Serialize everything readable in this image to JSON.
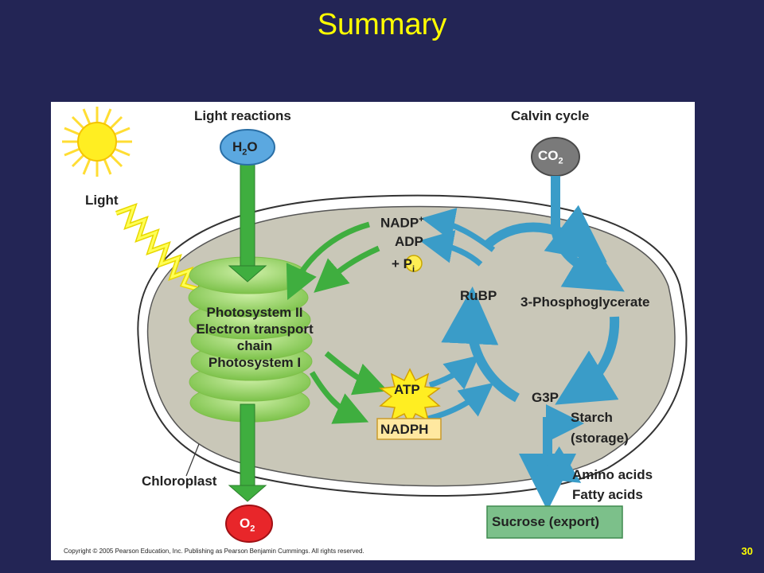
{
  "slide": {
    "title": "Summary",
    "page_number": "30"
  },
  "diagram": {
    "header_left": "Light reactions",
    "header_right": "Calvin cycle",
    "light": "Light",
    "h2o": {
      "main": "H",
      "sub": "2",
      "tail": "O"
    },
    "co2": {
      "main": "CO",
      "sub": "2"
    },
    "o2": {
      "main": "O",
      "sub": "2"
    },
    "nadp_plus": {
      "main": "NADP",
      "sup": "+"
    },
    "adp": "ADP",
    "pi": {
      "plus": "+",
      "main": "P",
      "sub": "i"
    },
    "photosystem_lines": [
      "Photosystem II",
      "Electron transport",
      "chain",
      "Photosystem I"
    ],
    "rubp": "RuBP",
    "phosphoglycerate": "3-Phosphoglycerate",
    "atp": "ATP",
    "nadph": "NADPH",
    "g3p": "G3P",
    "starch": [
      "Starch",
      "(storage)"
    ],
    "amino": [
      "Amino acids",
      "Fatty acids"
    ],
    "sucrose": "Sucrose (export)",
    "chloroplast": "Chloroplast",
    "copyright": "Copyright © 2005 Pearson Education, Inc. Publishing as Pearson Benjamin Cummings. All rights reserved."
  },
  "colors": {
    "background": "#232555",
    "title": "#FFFF00",
    "arrow_green": "#3FAE3F",
    "arrow_blue": "#3A9CC8",
    "chloroplast": "#C9C7B8",
    "sun": "#FFEE22",
    "sucrose_box": "#7CC08A",
    "o2_circle": "#E8262A",
    "h2o_circle": "#5BA8E0",
    "co2_circle": "#7A7A7A"
  }
}
